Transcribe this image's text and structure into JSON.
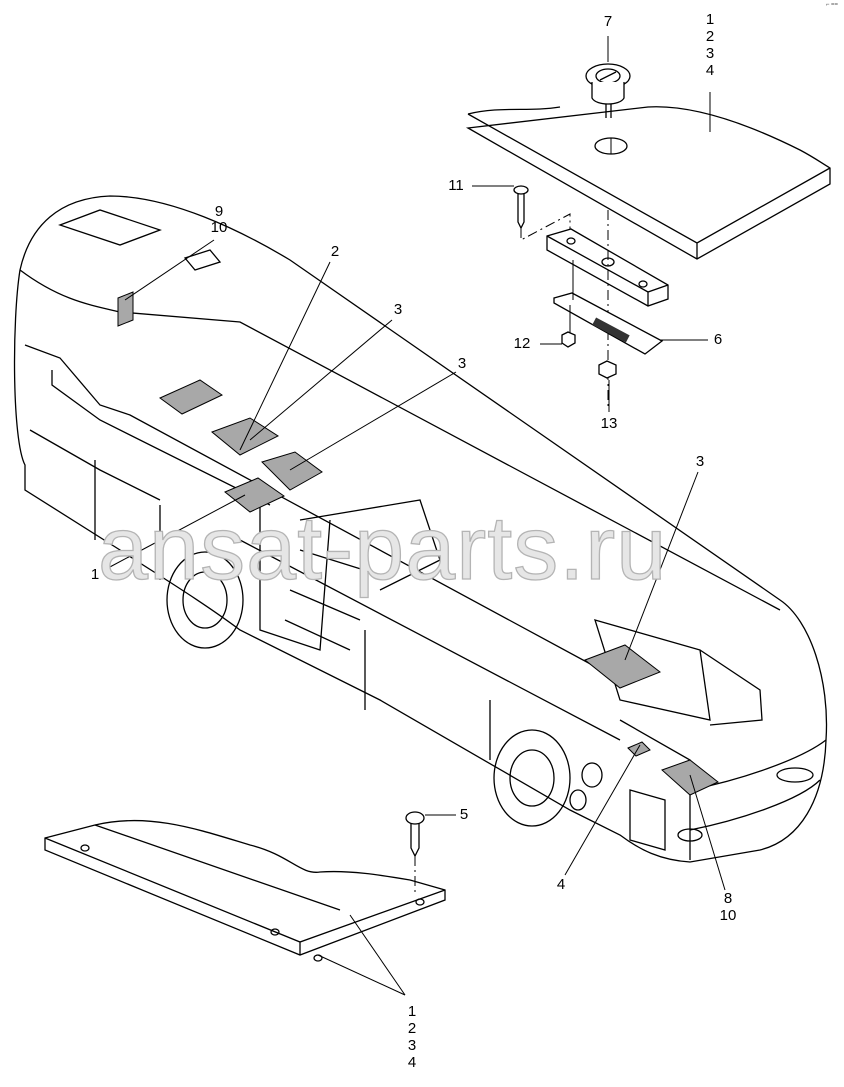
{
  "corner_mark": "⌐ ==",
  "watermark": "ansat-parts.ru",
  "callouts": {
    "top_7": "7",
    "top_stack": [
      "1",
      "2",
      "3",
      "4"
    ],
    "c9": "9",
    "c10a": "10",
    "c2": "2",
    "c3a": "3",
    "c3b": "3",
    "c11": "11",
    "c6": "6",
    "c12": "12",
    "c13": "13",
    "c1": "1",
    "c3c": "3",
    "c4": "4",
    "c8": "8",
    "c10b": "10",
    "c5": "5",
    "bottom_stack": [
      "1",
      "2",
      "3",
      "4"
    ]
  }
}
